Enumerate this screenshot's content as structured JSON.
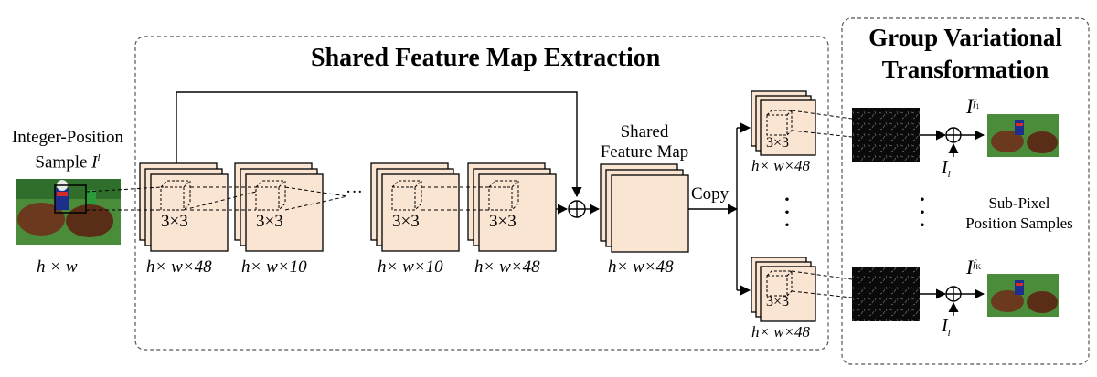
{
  "titles": {
    "shared": "Shared Feature Map Extraction",
    "group_line1": "Group Variational",
    "group_line2": "Transformation"
  },
  "input": {
    "caption_line1": "Integer-Position",
    "caption_line2": "Sample",
    "symbol": "I",
    "symbol_sup": "l",
    "dims": "h × w"
  },
  "conv_blocks": [
    {
      "kernel": "3×3",
      "dims": "h× w×48"
    },
    {
      "kernel": "3×3",
      "dims": "h× w×10"
    },
    {
      "kernel": "3×3",
      "dims": "h× w×10"
    },
    {
      "kernel": "3×3",
      "dims": "h× w×48"
    }
  ],
  "ellipsis": "···",
  "shared_map": {
    "label_line1": "Shared",
    "label_line2": "Feature Map",
    "dims": "h× w×48"
  },
  "copy_label": "Copy",
  "branches": [
    {
      "kernel": "3×3",
      "dims": "h× w×48",
      "out_symbol": "I",
      "out_sup": "f",
      "out_sup_sub": "1",
      "in_symbol": "I",
      "in_sub": "l"
    },
    {
      "kernel": "3×3",
      "dims": "h× w×48",
      "out_symbol": "I",
      "out_sup": "f",
      "out_sup_sub": "K",
      "in_symbol": "I",
      "in_sub": "l"
    }
  ],
  "output_caption_line1": "Sub-Pixel",
  "output_caption_line2": "Position Samples",
  "colors": {
    "block_fill": "#fae5d3",
    "line": "#000000",
    "dashed_border": "#555555",
    "residual_map": "#0a0a0a",
    "image_grass": "#3f8a35"
  },
  "icons": [
    "plus-circle-icon",
    "arrow-icon",
    "horse-race-image",
    "residual-map-image"
  ]
}
